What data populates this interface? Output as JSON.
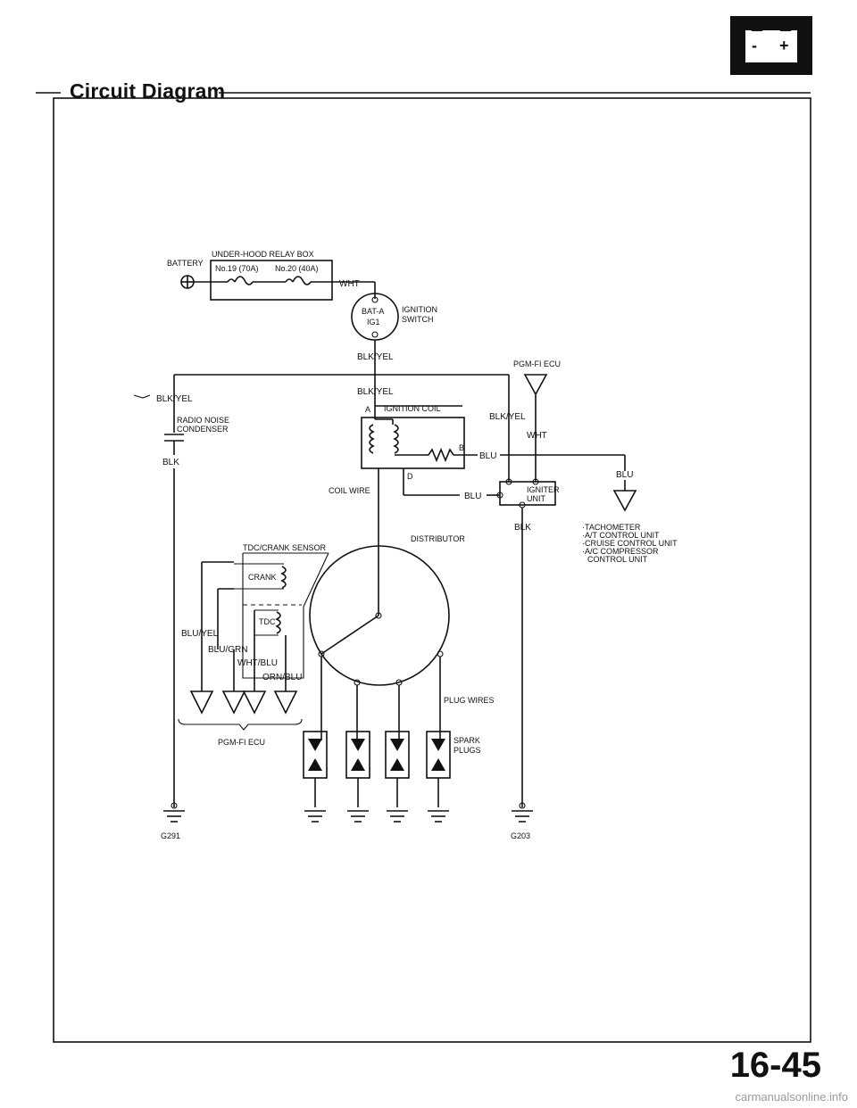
{
  "page": {
    "title": "Circuit Diagram",
    "page_number": "16-45",
    "watermark": "carmanualsonline.info",
    "battery_icon": {
      "name": "battery-icon",
      "minus": "-",
      "plus": "+"
    }
  },
  "labels": {
    "battery": "BATTERY",
    "relay_box": "UNDER-HOOD RELAY BOX",
    "fuse19": "No.19 (70A)",
    "fuse20": "No.20 (40A)",
    "wht_top": "WHT",
    "bat_a": "BAT-A",
    "ig1": "IG1",
    "ignition_switch_1": "IGNITION",
    "ignition_switch_2": "SWITCH",
    "blk_yel_1": "BLK/YEL",
    "blk_yel_left": "BLK/YEL",
    "blk_yel_2": "BLK/YEL",
    "blk_yel_3": "BLK/YEL",
    "radio_noise_1": "RADIO NOISE",
    "radio_noise_2": "CONDENSER",
    "blk_left": "BLK",
    "ignition_coil": "IGNITION COIL",
    "terminal_a": "A",
    "terminal_b": "B",
    "terminal_d": "D",
    "blu_b": "BLU",
    "blu_mid": "BLU",
    "blu_right": "BLU",
    "coil_wire": "COIL WIRE",
    "igniter_1": "IGNITER",
    "igniter_2": "UNIT",
    "pgm_ecu_top": "PGM-FI ECU",
    "wht_right": "WHT",
    "blk_right": "BLK",
    "tach_list": [
      "·TACHOMETER",
      "·A/T CONTROL UNIT",
      "·CRUISE CONTROL UNIT",
      "·A/C COMPRESSOR",
      "CONTROL UNIT"
    ],
    "tdc_crank_sensor": "TDC/CRANK SENSOR",
    "distributor": "DISTRIBUTOR",
    "crank": "CRANK",
    "tdc": "TDC",
    "blu_yel": "BLU/YEL",
    "blu_grn": "BLU/GRN",
    "wht_blu": "WHT/BLU",
    "orn_blu": "ORN/BLU",
    "pgm_ecu_bottom": "PGM-FI ECU",
    "plug_wires": "PLUG WIRES",
    "spark_1": "SPARK",
    "spark_2": "PLUGS",
    "g291": "G291",
    "g203": "G203"
  }
}
